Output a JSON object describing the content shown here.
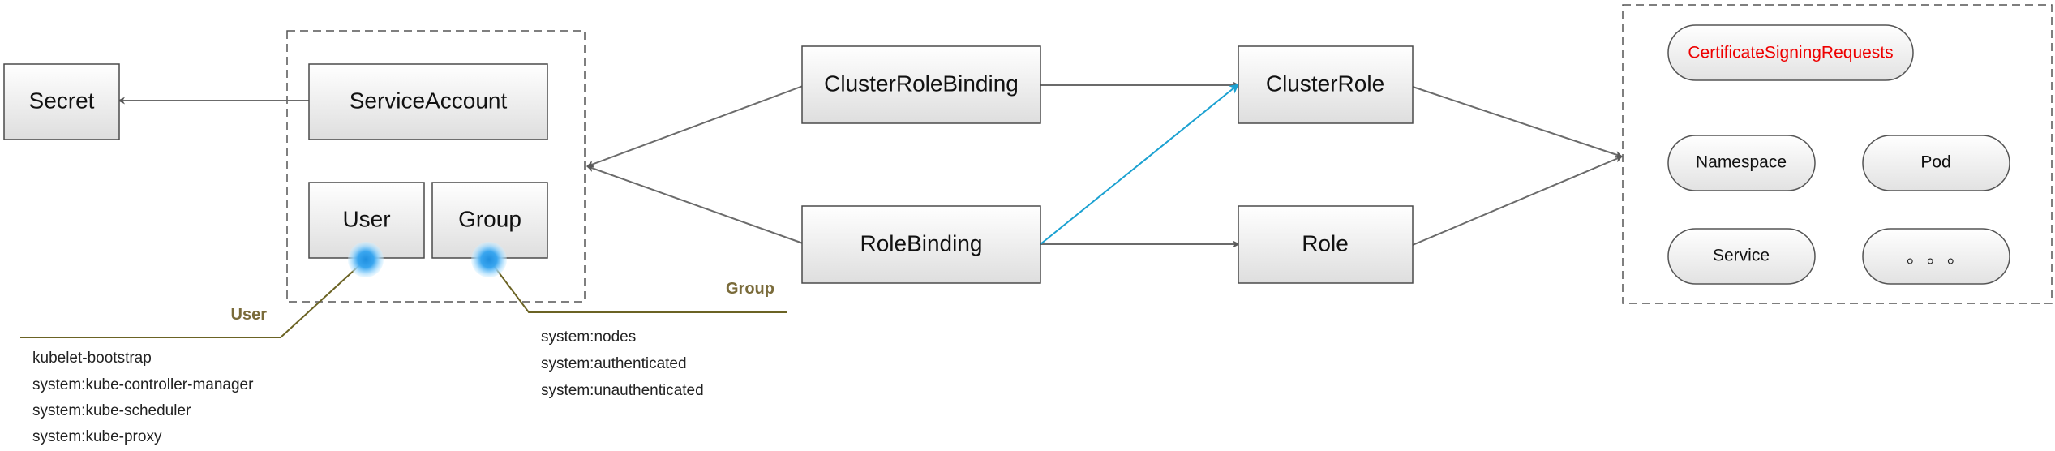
{
  "nodes": {
    "secret": "Secret",
    "service_account": "ServiceAccount",
    "user": "User",
    "group": "Group",
    "cluster_role_binding": "ClusterRoleBinding",
    "role_binding": "RoleBinding",
    "cluster_role": "ClusterRole",
    "role": "Role"
  },
  "resources": {
    "csr": "CertificateSigningRequests",
    "namespace": "Namespace",
    "pod": "Pod",
    "service": "Service",
    "more": "。。。"
  },
  "callouts": {
    "user": {
      "title": "User",
      "items": [
        "kubelet-bootstrap",
        "system:kube-controller-manager",
        "system:kube-scheduler",
        "system:kube-proxy"
      ]
    },
    "group": {
      "title": "Group",
      "items": [
        "system:nodes",
        "system:authenticated",
        "system:unauthenticated"
      ]
    }
  },
  "colors": {
    "blue_edge": "#1ba1d1",
    "red_label": "#ee0000",
    "callout_line": "#6b6324",
    "callout_title": "#7a6b3a"
  }
}
